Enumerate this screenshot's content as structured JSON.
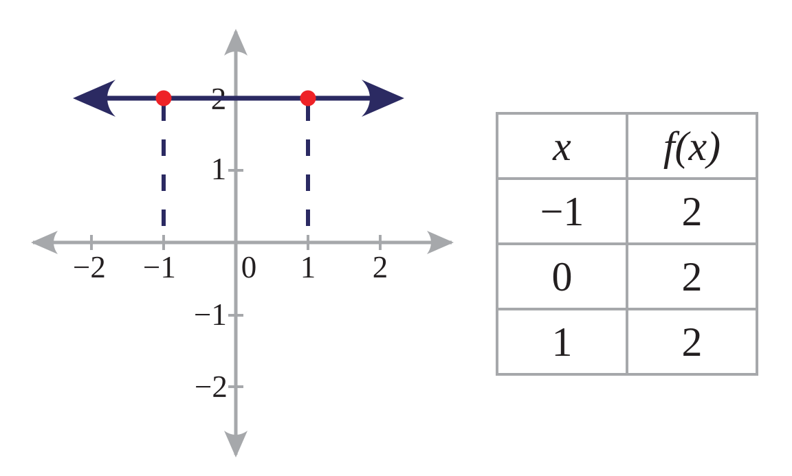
{
  "figure": {
    "description": "Graph of the constant function f(x) = 2 with marked points and its table of values"
  },
  "graph": {
    "x_tick_labels": [
      "−2",
      "−1",
      "0",
      "1",
      "2"
    ],
    "y_tick_labels": [
      "2",
      "1",
      "−1",
      "−2"
    ]
  },
  "table": {
    "headers": [
      "x",
      "f(x)"
    ],
    "rows": [
      [
        "−1",
        "2"
      ],
      [
        "0",
        "2"
      ],
      [
        "1",
        "2"
      ]
    ]
  },
  "colors": {
    "function_line": "#2b2a62",
    "points": "#ee2227",
    "axes": "#a6a8ab",
    "labels": "#231f20",
    "table_border": "#a6a8ab"
  },
  "chart_data": [
    {
      "type": "line",
      "title": "",
      "x": [
        -1,
        0,
        1
      ],
      "series": [
        {
          "name": "f(x)",
          "values": [
            2,
            2,
            2
          ]
        }
      ],
      "marked_points": [
        [
          -1,
          2
        ],
        [
          1,
          2
        ]
      ],
      "dashed_droplines_at_x": [
        -1,
        1
      ],
      "line_value": 2,
      "line_extends_both_directions": true,
      "xlim": [
        -2.5,
        2.5
      ],
      "ylim": [
        -2.5,
        2.5
      ],
      "x_ticks": [
        -2,
        -1,
        0,
        1,
        2
      ],
      "y_ticks": [
        -2,
        -1,
        1,
        2
      ],
      "xlabel": "",
      "ylabel": "",
      "grid": false,
      "legend": false
    },
    {
      "type": "table",
      "columns": [
        "x",
        "f(x)"
      ],
      "rows": [
        [
          "−1",
          "2"
        ],
        [
          "0",
          "2"
        ],
        [
          "1",
          "2"
        ]
      ]
    }
  ]
}
